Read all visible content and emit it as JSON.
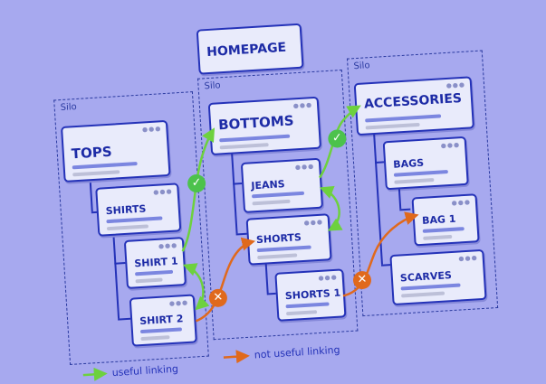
{
  "diagram": {
    "homepage": {
      "label": "HOMEPAGE"
    },
    "silos": [
      {
        "label": "Silo",
        "pages": [
          {
            "id": "tops",
            "label": "TOPS"
          },
          {
            "id": "shirts",
            "label": "SHIRTS"
          },
          {
            "id": "shirt1",
            "label": "SHIRT 1"
          },
          {
            "id": "shirt2",
            "label": "SHIRT 2"
          }
        ]
      },
      {
        "label": "Silo",
        "pages": [
          {
            "id": "bottoms",
            "label": "BOTTOMS"
          },
          {
            "id": "jeans",
            "label": "JEANS"
          },
          {
            "id": "shorts",
            "label": "SHORTS"
          },
          {
            "id": "shorts1",
            "label": "SHORTS 1"
          }
        ]
      },
      {
        "label": "Silo",
        "pages": [
          {
            "id": "accessories",
            "label": "ACCESSORIES"
          },
          {
            "id": "bags",
            "label": "BAGS"
          },
          {
            "id": "bag1",
            "label": "BAG 1"
          },
          {
            "id": "scarves",
            "label": "SCARVES"
          }
        ]
      }
    ],
    "links": [
      {
        "from": "shirt1",
        "to": "bottoms",
        "kind": "useful"
      },
      {
        "from": "shirt1",
        "to": "shirt2",
        "kind": "useful"
      },
      {
        "from": "jeans",
        "to": "accessories",
        "kind": "useful"
      },
      {
        "from": "jeans",
        "to": "shorts",
        "kind": "useful"
      },
      {
        "from": "shirt2",
        "to": "shorts",
        "kind": "not-useful"
      },
      {
        "from": "shorts1",
        "to": "bag1",
        "kind": "not-useful"
      }
    ],
    "legend": {
      "useful": "useful linking",
      "not_useful": "not useful linking"
    },
    "colors": {
      "background": "#a7a9ef",
      "card_border": "#2432b8",
      "useful": "#6dd13e",
      "not_useful": "#e0691c"
    }
  }
}
